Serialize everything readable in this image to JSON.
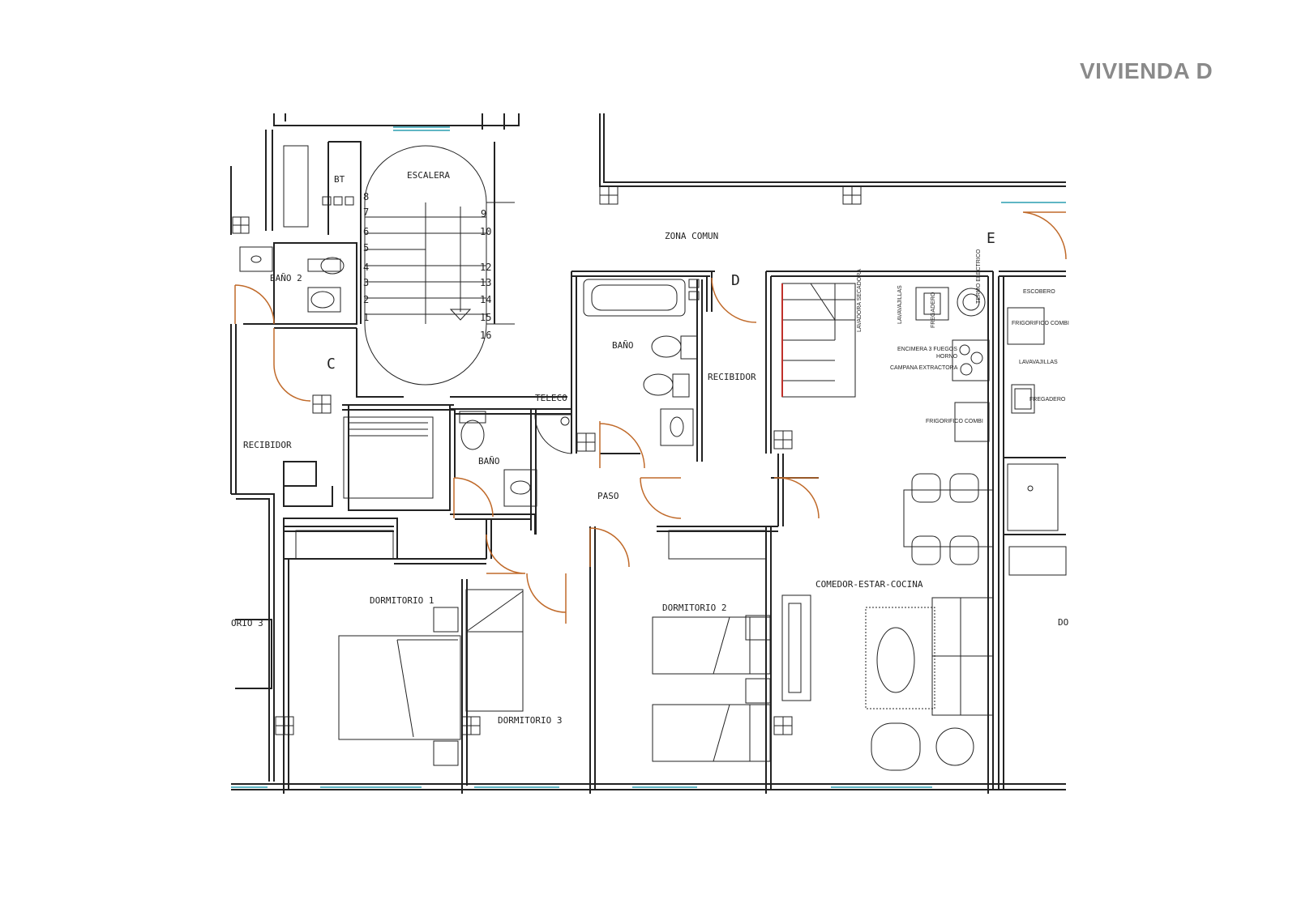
{
  "title": "VIVIENDA D",
  "rooms": {
    "escalera": "ESCALERA",
    "zona_comun": "ZONA COMUN",
    "bano_2": "BAÑO 2",
    "bano_main": "BAÑO",
    "bano_small": "BAÑO",
    "recibidor_left": "RECIBIDOR",
    "recibidor_mid": "RECIBIDOR",
    "teleco": "TELECO",
    "paso": "PASO",
    "dormitorio_1": "DORMITORIO 1",
    "dormitorio_2": "DORMITORIO 2",
    "dormitorio_3": "DORMITORIO 3",
    "dormitorio_3_left": "ORIO 3",
    "comedor": "COMEDOR-ESTAR-COCINA",
    "bt": "BT",
    "dor_right": "DO"
  },
  "door_letters": {
    "c": "C",
    "d": "D",
    "e": "E"
  },
  "stair_steps_left": [
    "8",
    "7",
    "6",
    "5",
    "4",
    "3",
    "2",
    "1"
  ],
  "stair_steps_right": [
    "9",
    "10",
    "12",
    "13",
    "14",
    "15",
    "16"
  ],
  "kitchen_labels": {
    "lavavajillas": "LAVAVAJILLAS",
    "lavadora": "LAVADORA SECADORA",
    "fregadero": "FREGADERO",
    "termo": "TERMO ELECTRICO",
    "encimera": "ENCIMERA 3 FUEGOS",
    "horno": "HORNO",
    "campana": "CAMPANA EXTRACTORA",
    "frigorifico": "FRIGORIFICO COMBI"
  },
  "neighbor_labels": {
    "escobero": "ESCOBERO",
    "frigorifico": "FRIGORIFICO COMBI",
    "lavavajillas": "LAVAVAJILLAS",
    "fregadero": "FREGADERO"
  },
  "colors": {
    "wall": "#222222",
    "window": "#5fb6c4",
    "door": "#c06a2a",
    "heading": "#8a8a8a"
  }
}
